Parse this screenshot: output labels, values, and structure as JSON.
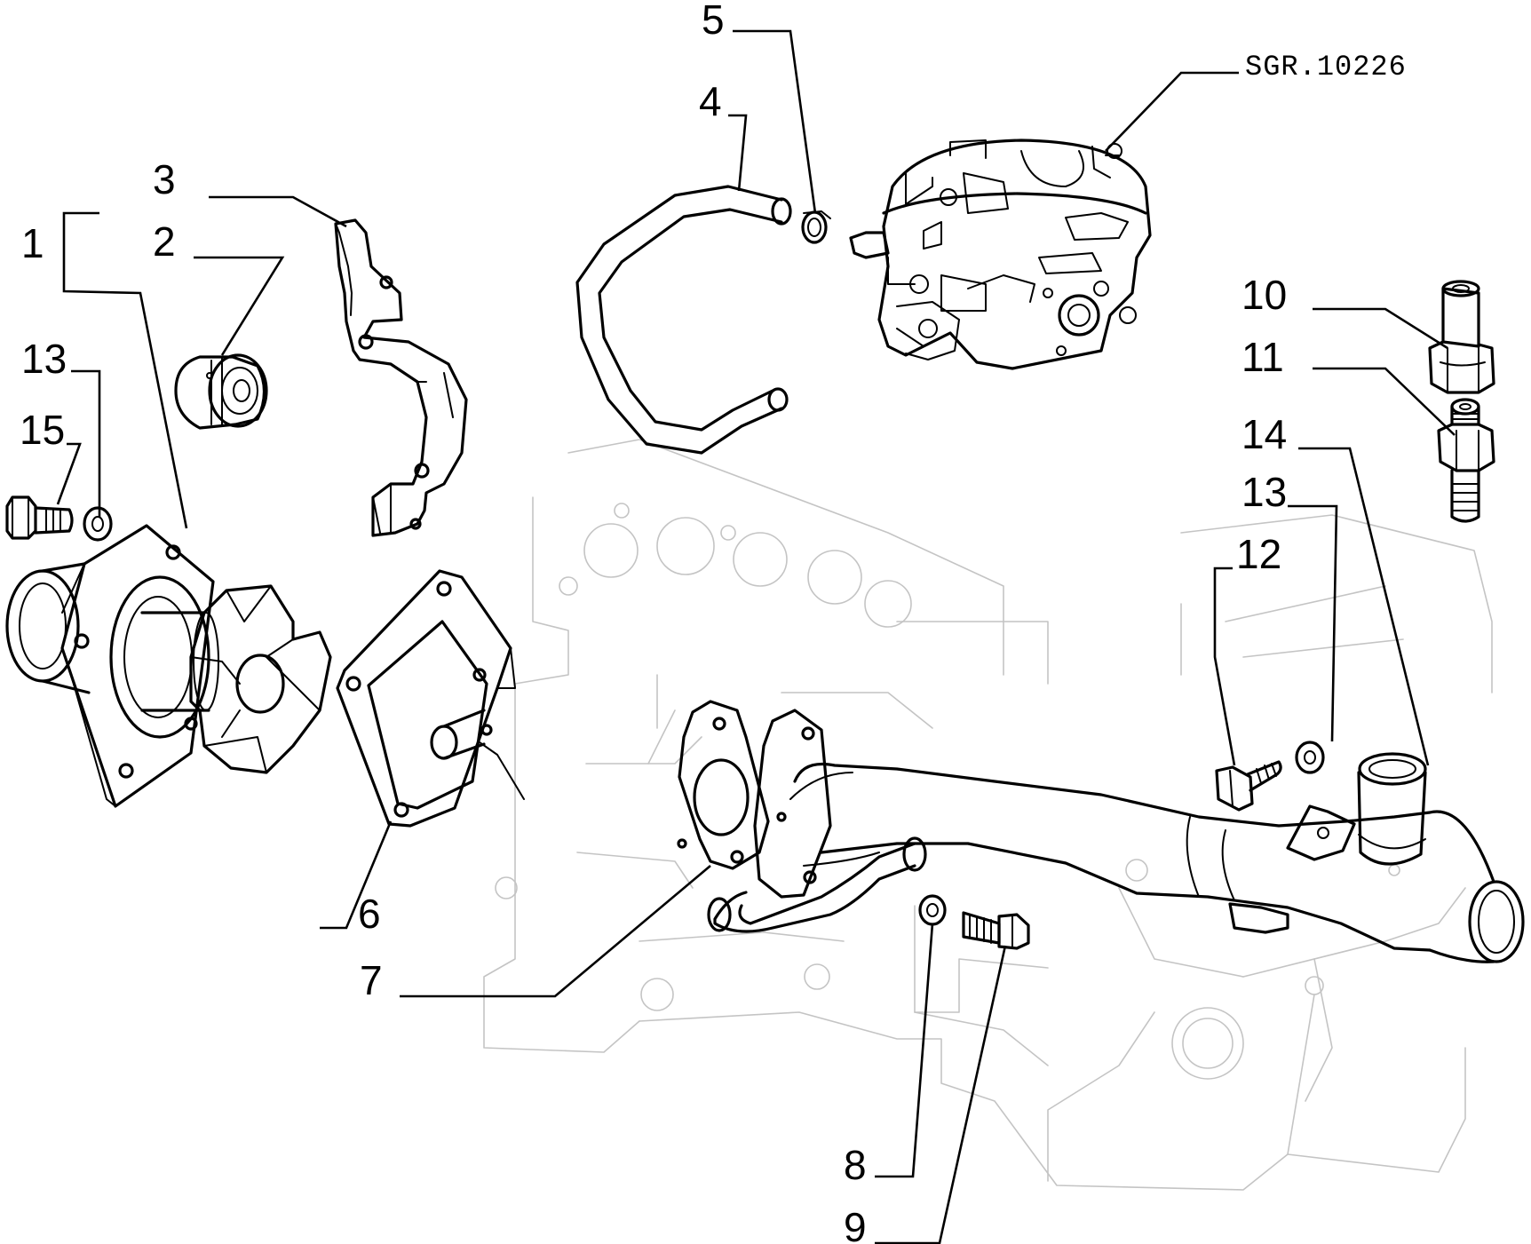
{
  "diagram": {
    "reference_code": "SGR.10226",
    "callouts": [
      {
        "id": "c1",
        "label": "1"
      },
      {
        "id": "c2",
        "label": "2"
      },
      {
        "id": "c3",
        "label": "3"
      },
      {
        "id": "c4",
        "label": "4"
      },
      {
        "id": "c5",
        "label": "5"
      },
      {
        "id": "c6",
        "label": "6"
      },
      {
        "id": "c7",
        "label": "7"
      },
      {
        "id": "c8",
        "label": "8"
      },
      {
        "id": "c9",
        "label": "9"
      },
      {
        "id": "c10",
        "label": "10"
      },
      {
        "id": "c11",
        "label": "11"
      },
      {
        "id": "c12",
        "label": "12"
      },
      {
        "id": "c13a",
        "label": "13"
      },
      {
        "id": "c13b",
        "label": "13"
      },
      {
        "id": "c14",
        "label": "14"
      },
      {
        "id": "c15",
        "label": "15"
      }
    ]
  }
}
